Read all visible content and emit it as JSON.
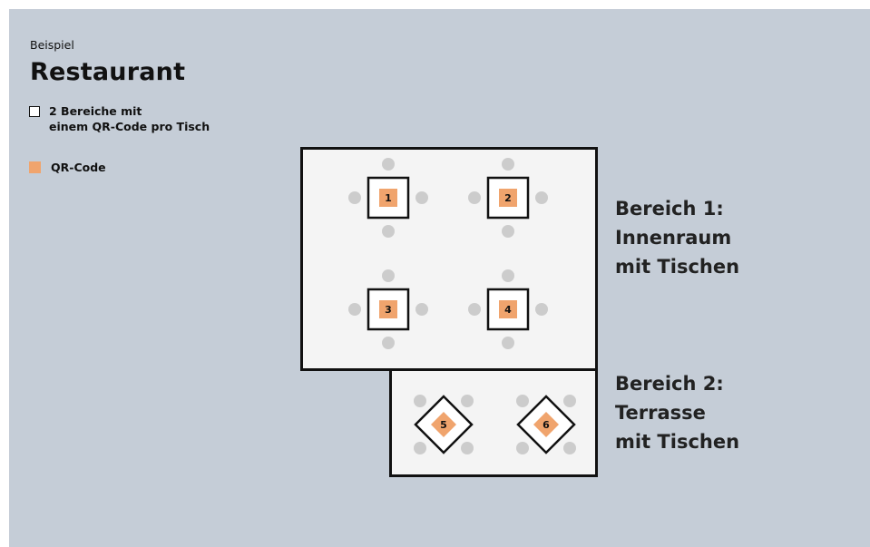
{
  "header": {
    "subtitle": "Beispiel",
    "title": "Restaurant"
  },
  "legend": {
    "areas_line1": "2 Bereiche mit",
    "areas_line2": "einem QR-Code pro Tisch",
    "qr_label": "QR-Code",
    "qr_color": "#f0a46d"
  },
  "areas": [
    {
      "label_line1": "Bereich 1:",
      "label_line2": "Innenraum",
      "label_line3": "mit Tischen"
    },
    {
      "label_line1": "Bereich 2:",
      "label_line2": "Terrasse",
      "label_line3": "mit Tischen"
    }
  ],
  "tables": [
    {
      "number": "1",
      "area": 1,
      "shape": "square"
    },
    {
      "number": "2",
      "area": 1,
      "shape": "square"
    },
    {
      "number": "3",
      "area": 1,
      "shape": "square"
    },
    {
      "number": "4",
      "area": 1,
      "shape": "square"
    },
    {
      "number": "5",
      "area": 2,
      "shape": "diamond"
    },
    {
      "number": "6",
      "area": 2,
      "shape": "diamond"
    }
  ],
  "colors": {
    "background": "#c5cdd7",
    "area_fill": "#f4f4f4",
    "chair": "#cccccc",
    "qr": "#f0a46d",
    "outline": "#111111"
  }
}
